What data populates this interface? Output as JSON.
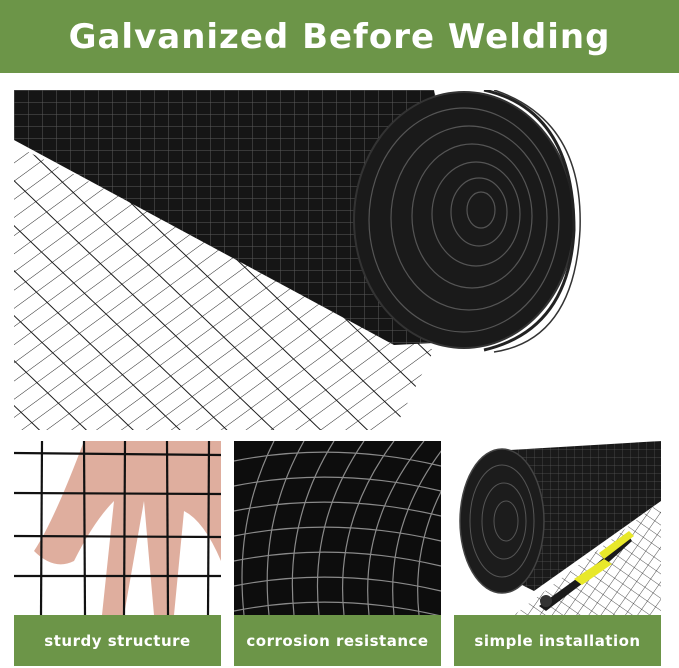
{
  "header": {
    "title": "Galvanized Before Welding",
    "background_color": "#6c9548",
    "text_color": "#ffffff"
  },
  "hero": {
    "image_subject": "black-vinyl-coated-welded-wire-mesh-roll-unrolled"
  },
  "panels": [
    {
      "caption": "sturdy structure",
      "image_subject": "hand-behind-square-wire-mesh"
    },
    {
      "caption": "corrosion resistance",
      "image_subject": "close-up-black-wire-mesh-roll"
    },
    {
      "caption": "simple installation",
      "image_subject": "mesh-roll-with-yellow-bolt-cutter"
    }
  ],
  "colors": {
    "accent_green": "#6c9548",
    "mesh_black": "#111111",
    "tool_yellow": "#e8e82a",
    "skin": "#d9a08c"
  }
}
